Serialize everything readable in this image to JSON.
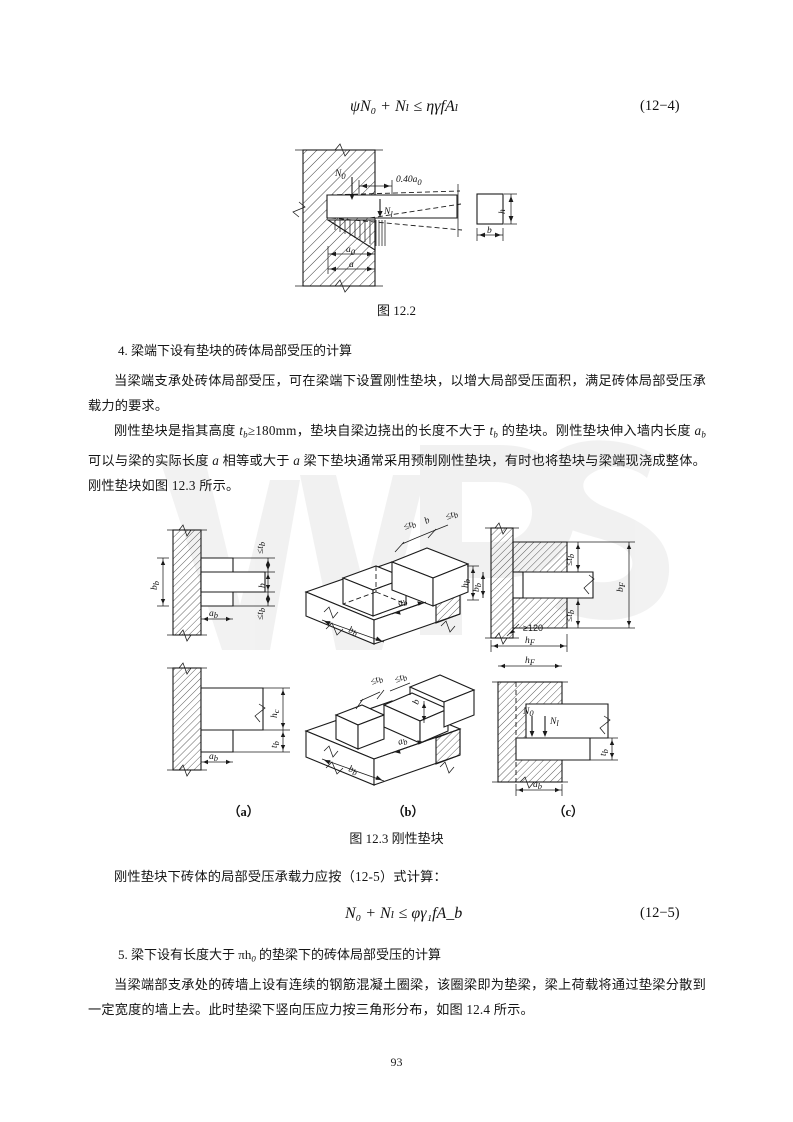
{
  "document": {
    "page_number": "93",
    "watermark_text": "WPS"
  },
  "equations": {
    "eq_12_4": {
      "expression": "ψN₀ + Nₗ ≤ ηγfAₗ",
      "number": "(12−4)"
    },
    "eq_12_5": {
      "expression": "N₀ + Nₗ ≤ φγ₁fA_b",
      "number": "(12−5)"
    }
  },
  "figures": {
    "fig_12_2": {
      "caption": "图 12.2",
      "labels": {
        "n0": "N",
        "n0_sub": "0",
        "nl": "N",
        "nl_sub": "l",
        "ratio": "0.40a",
        "ratio_sub": "0",
        "a0": "a",
        "a0_sub": "0",
        "a": "a",
        "b": "b",
        "h": "h"
      }
    },
    "fig_12_3": {
      "caption": "图 12.3 刚性垫块",
      "sublabels": [
        "（a）",
        "（b）",
        "（c）"
      ],
      "labels": {
        "bb": "b",
        "bb_sub": "b",
        "ab": "a",
        "ab_sub": "b",
        "b": "b",
        "tb": "t",
        "tb_sub": "b",
        "le_tb": "≤t",
        "hc": "h",
        "hc_sub": "c",
        "bf": "b",
        "bf_sub": "F",
        "hf": "h",
        "hf_sub": "F",
        "min120": "≥120",
        "n0": "N",
        "n0_sub": "0",
        "nl": "N",
        "nl_sub": "l"
      }
    }
  },
  "paragraphs": {
    "heading_4": "4. 梁端下设有垫块的砖体局部受压的计算",
    "p1": "当梁端支承处砖体局部受压，可在梁端下设置刚性垫块，以增大局部受压面积，满足砖体局部受压承载力的要求。",
    "p2_part1": "刚性垫块是指其高度 ",
    "p2_tb": "t",
    "p2_tb_sub": "b",
    "p2_part2": "≥180mm，垫块自梁边挠出的长度不大于 ",
    "p2_part3": " 的垫块。刚性垫块伸入墙内长度 ",
    "p2_ab": "a",
    "p2_ab_sub": "b",
    "p2_part4": " 可以与梁的实际长度 ",
    "p2_a": "a",
    "p2_part5": " 相等或大于 ",
    "p2_part6": " 梁下垫块通常采用预制刚性垫块，有时也将垫块与梁端现浇成整体。刚性垫块如图 12.3 所示。",
    "p3": "刚性垫块下砖体的局部受压承载力应按（12-5）式计算：",
    "heading_5_part1": "5. 梁下设有长度大于 ",
    "heading_5_pi": "πh",
    "heading_5_pi_sub": "0",
    "heading_5_part2": " 的垫梁下的砖体局部受压的计算",
    "p4": "当梁端部支承处的砖墙上设有连续的钢筋混凝土圈梁，该圈梁即为垫梁，梁上荷载将通过垫梁分散到一定宽度的墙上去。此时垫梁下竖向压应力按三角形分布，如图 12.4 所示。"
  },
  "colors": {
    "ink": "#1b1b1b",
    "page_background": "#ffffff",
    "watermark": "#d8d8d8"
  }
}
